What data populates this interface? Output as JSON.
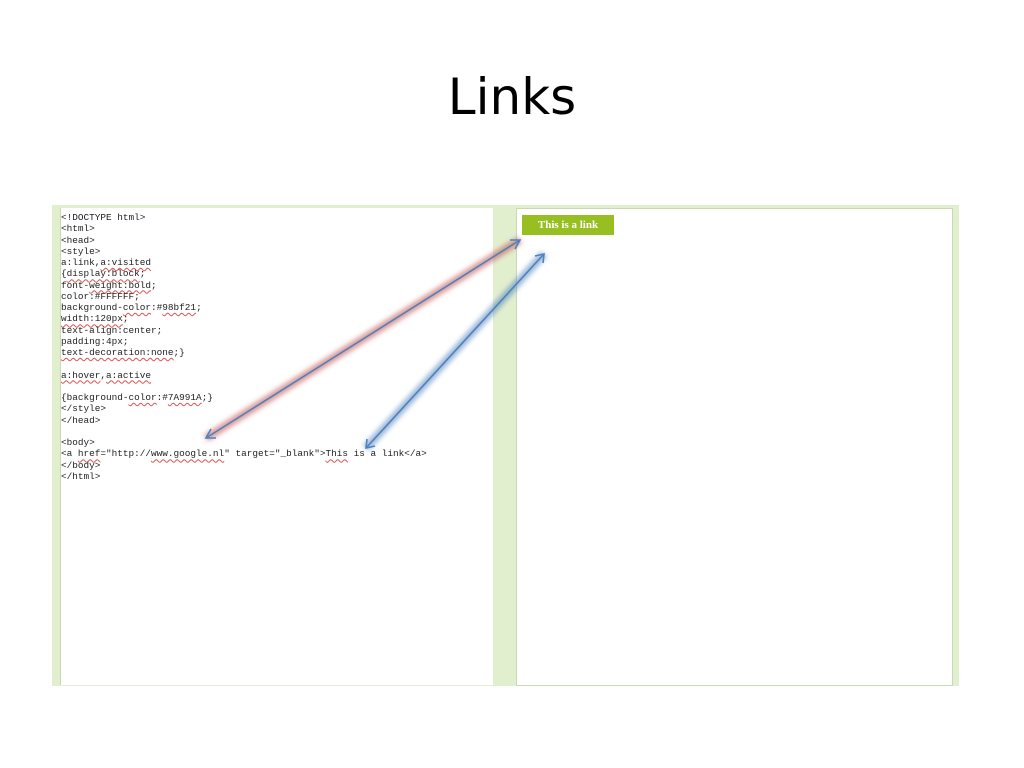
{
  "slide": {
    "title": "Links"
  },
  "code_lines": [
    [
      {
        "t": "<!DOCTYPE html>"
      }
    ],
    [
      {
        "t": "<html>"
      }
    ],
    [
      {
        "t": "<head>"
      }
    ],
    [
      {
        "t": "<style>"
      }
    ],
    [
      {
        "t": "a:link,"
      },
      {
        "t": "a:visited",
        "sq": true
      }
    ],
    [
      {
        "t": "{"
      },
      {
        "t": "display:block",
        "sq": true
      },
      {
        "t": ";"
      }
    ],
    [
      {
        "t": "font-"
      },
      {
        "t": "weight:bold",
        "sq": true
      },
      {
        "t": ";"
      }
    ],
    [
      {
        "t": "color:#FFFFFF;"
      }
    ],
    [
      {
        "t": "background-"
      },
      {
        "t": "color",
        "sq": true
      },
      {
        "t": ":#"
      },
      {
        "t": "98bf21",
        "sq": true
      },
      {
        "t": ";"
      }
    ],
    [
      {
        "t": "width:120px",
        "sq": true
      },
      {
        "t": ";"
      }
    ],
    [
      {
        "t": "text-align:center;"
      }
    ],
    [
      {
        "t": "padding:4px;"
      }
    ],
    [
      {
        "t": "text-decoration:none",
        "sq": true
      },
      {
        "t": ";}"
      }
    ],
    [
      {
        "t": ""
      }
    ],
    [
      {
        "t": "a:hover",
        "sq": true
      },
      {
        "t": ","
      },
      {
        "t": "a:active",
        "sq": true
      }
    ],
    [
      {
        "t": ""
      }
    ],
    [
      {
        "t": "{background-"
      },
      {
        "t": "color",
        "sq": true
      },
      {
        "t": ":#"
      },
      {
        "t": "7A991A",
        "sq": true
      },
      {
        "t": ";}"
      }
    ],
    [
      {
        "t": "</style>"
      }
    ],
    [
      {
        "t": "</head>"
      }
    ],
    [
      {
        "t": ""
      }
    ],
    [
      {
        "t": "<body>"
      }
    ],
    [
      {
        "t": "<a "
      },
      {
        "t": "href",
        "sq": true
      },
      {
        "t": "=\"http://"
      },
      {
        "t": "www.google.nl",
        "sq": true
      },
      {
        "t": "\" target=\"_blank\">"
      },
      {
        "t": "This",
        "sq": true
      },
      {
        "t": " is a link</a>"
      }
    ],
    [
      {
        "t": "</body>"
      }
    ],
    [
      {
        "t": "</html>"
      }
    ]
  ],
  "preview": {
    "link_label": "This is a link",
    "link_color": "#98bf21",
    "link_text_color": "#FFFFFF"
  },
  "annotations": {
    "red_arrow_color": "#c0504d",
    "blue_arrow_color": "#4f81bd"
  }
}
